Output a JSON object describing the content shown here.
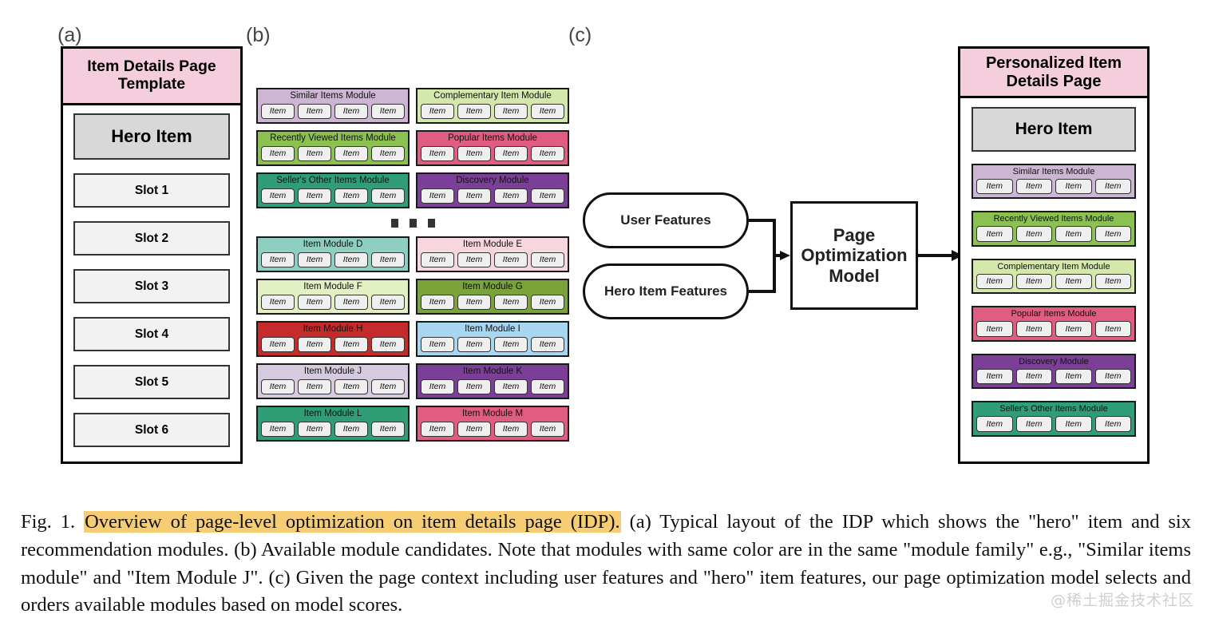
{
  "panel_labels": {
    "a": "(a)",
    "b": "(b)",
    "c": "(c)"
  },
  "template_card": {
    "title": "Item Details Page Template",
    "hero_label": "Hero Item",
    "slots": [
      "Slot 1",
      "Slot 2",
      "Slot 3",
      "Slot 4",
      "Slot 5",
      "Slot 6"
    ]
  },
  "item_label": "Item",
  "items_per_module": 4,
  "candidates": {
    "named_modules": [
      {
        "title": "Similar Items Module",
        "color": "#cdb6d4"
      },
      {
        "title": "Complementary Item Module",
        "color": "#d4e8ab"
      },
      {
        "title": "Recently Viewed Items Module",
        "color": "#8cc152"
      },
      {
        "title": "Popular Items Module",
        "color": "#e05c80"
      },
      {
        "title": "Seller's Other Items Module",
        "color": "#2f9e76"
      },
      {
        "title": "Discovery Module",
        "color": "#7b3f98"
      }
    ],
    "ellipsis": "...",
    "lettered_modules": [
      {
        "title": "Item Module D",
        "color": "#8fcfc2"
      },
      {
        "title": "Item Module E",
        "color": "#f7d6dd"
      },
      {
        "title": "Item Module F",
        "color": "#e2f0c4"
      },
      {
        "title": "Item Module G",
        "color": "#7aa43a"
      },
      {
        "title": "Item Module H",
        "color": "#c62b2b"
      },
      {
        "title": "Item Module I",
        "color": "#a8d5f0"
      },
      {
        "title": "Item Module J",
        "color": "#d6cade"
      },
      {
        "title": "Item Module K",
        "color": "#7b3f98"
      },
      {
        "title": "Item Module L",
        "color": "#2f9e76"
      },
      {
        "title": "Item Module M",
        "color": "#e05c80"
      }
    ]
  },
  "flow": {
    "input_user": "User Features",
    "input_hero": "Hero Item Features",
    "model": "Page Optimization Model"
  },
  "personalized_card": {
    "title": "Personalized Item Details Page",
    "hero_label": "Hero Item",
    "modules": [
      {
        "title": "Similar Items Module",
        "color": "#cdb6d4"
      },
      {
        "title": "Recently Viewed Items Module",
        "color": "#8cc152"
      },
      {
        "title": "Complementary Item Module",
        "color": "#d4e8ab"
      },
      {
        "title": "Popular Items Module",
        "color": "#e05c80"
      },
      {
        "title": "Discovery Module",
        "color": "#7b3f98"
      },
      {
        "title": "Seller's Other Items Module",
        "color": "#2f9e76"
      }
    ]
  },
  "caption": {
    "prefix": "Fig. 1. ",
    "highlight": "Overview of page-level optimization on item details page (IDP).",
    "rest": " (a) Typical layout of the IDP which shows the \"hero\" item and six recommendation modules. (b) Available module candidates. Note that modules with same color are in the same \"module family\" e.g., \"Similar items module\" and \"Item Module J\". (c) Given the page context including user features and \"hero\" item features, our page optimization model selects and orders available modules based on model scores.",
    "highlight_color": "#f6cd72"
  },
  "watermark": "@稀土掘金技术社区"
}
